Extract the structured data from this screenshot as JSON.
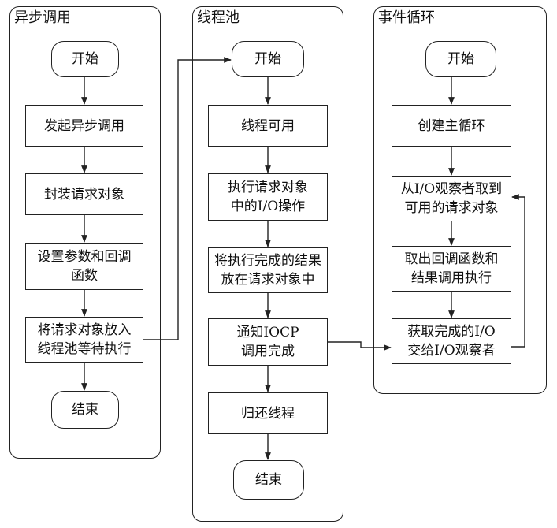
{
  "lanes": {
    "async": {
      "title": "异步调用",
      "nodes": {
        "start": "开始",
        "initiate": "发起异步调用",
        "wrap": "封装请求对象",
        "set_params": "设置参数和回调\n函数",
        "enqueue": "将请求对象放入\n线程池等待执行",
        "end": "结束"
      }
    },
    "threadpool": {
      "title": "线程池",
      "nodes": {
        "start": "开始",
        "available": "线程可用",
        "execute": "执行请求对象\n中的I/O操作",
        "store_result": "将执行完成的结果\n放在请求对象中",
        "notify": "通知IOCP\n调用完成",
        "return": "归还线程",
        "end": "结束"
      }
    },
    "eventloop": {
      "title": "事件循环",
      "nodes": {
        "start": "开始",
        "create_loop": "创建主循环",
        "fetch_request": "从I/O观察者取到\n可用的请求对象",
        "take_callback": "取出回调函数和\n结果调用执行",
        "get_result": "获取完成的I/O\n交给I/O观察者"
      }
    }
  },
  "colors": {
    "stroke": "#222222",
    "background": "#ffffff"
  }
}
